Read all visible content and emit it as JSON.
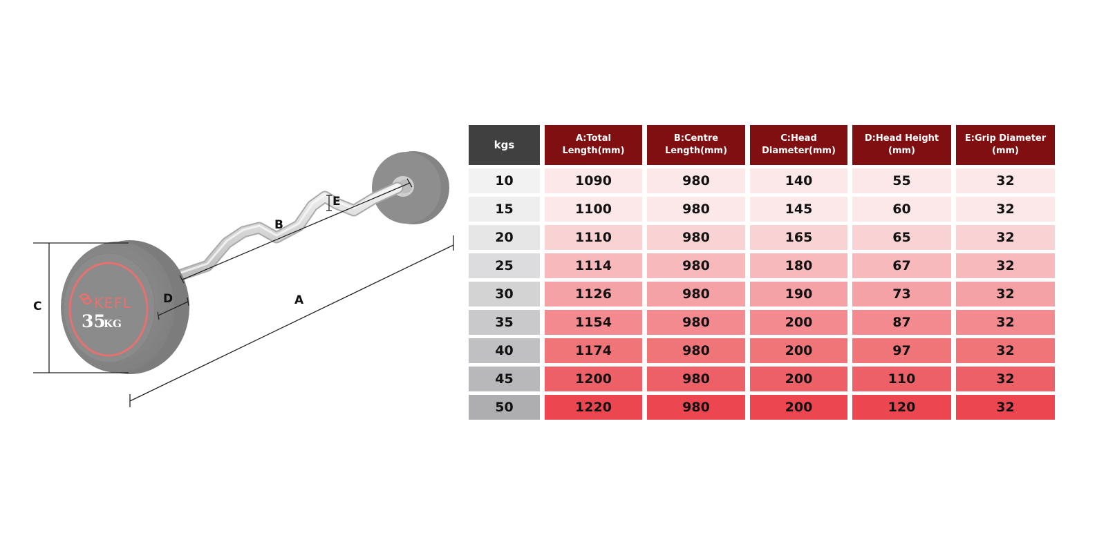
{
  "diagram": {
    "product": "EZ curl barbell with fixed round rubber plates",
    "brand_logo_text": "KEFL",
    "plate_weight_label": "35",
    "plate_weight_unit": "KG",
    "dimension_labels": {
      "A": "A",
      "B": "B",
      "C": "C",
      "D": "D",
      "E": "E"
    }
  },
  "table": {
    "headers": [
      "kgs",
      "A:Total\nLength(mm)",
      "B:Centre\nLength(mm)",
      "C:Head\nDiameter(mm)",
      "D:Head Height\n(mm)",
      "E:Grip Diameter\n(mm)"
    ],
    "rows": [
      {
        "kgs": "10",
        "a": "1090",
        "b": "980",
        "c": "140",
        "d": "55",
        "e": "32"
      },
      {
        "kgs": "15",
        "a": "1100",
        "b": "980",
        "c": "145",
        "d": "60",
        "e": "32"
      },
      {
        "kgs": "20",
        "a": "1110",
        "b": "980",
        "c": "165",
        "d": "65",
        "e": "32"
      },
      {
        "kgs": "25",
        "a": "1114",
        "b": "980",
        "c": "180",
        "d": "67",
        "e": "32"
      },
      {
        "kgs": "30",
        "a": "1126",
        "b": "980",
        "c": "190",
        "d": "73",
        "e": "32"
      },
      {
        "kgs": "35",
        "a": "1154",
        "b": "980",
        "c": "200",
        "d": "87",
        "e": "32"
      },
      {
        "kgs": "40",
        "a": "1174",
        "b": "980",
        "c": "200",
        "d": "97",
        "e": "32"
      },
      {
        "kgs": "45",
        "a": "1200",
        "b": "980",
        "c": "200",
        "d": "110",
        "e": "32"
      },
      {
        "kgs": "50",
        "a": "1220",
        "b": "980",
        "c": "200",
        "d": "120",
        "e": "32"
      }
    ]
  },
  "colors": {
    "header_red": "#7f0f10",
    "header_kgs": "#404040",
    "plate_grey": "#8a8a8a",
    "plate_ring": "#e8716f",
    "kgs_shades": [
      "#f2f2f2",
      "#eeeeee",
      "#e6e6e7",
      "#dcdcde",
      "#d3d3d4",
      "#c9c9cb",
      "#c0c0c2",
      "#b8b8ba",
      "#aeaeb0"
    ],
    "data_shades": [
      "#fde8e9",
      "#fde8e9",
      "#f9d2d3",
      "#f8b9bd",
      "#f4a2a5",
      "#f28a8f",
      "#f07579",
      "#ee6067",
      "#ec4751"
    ]
  }
}
